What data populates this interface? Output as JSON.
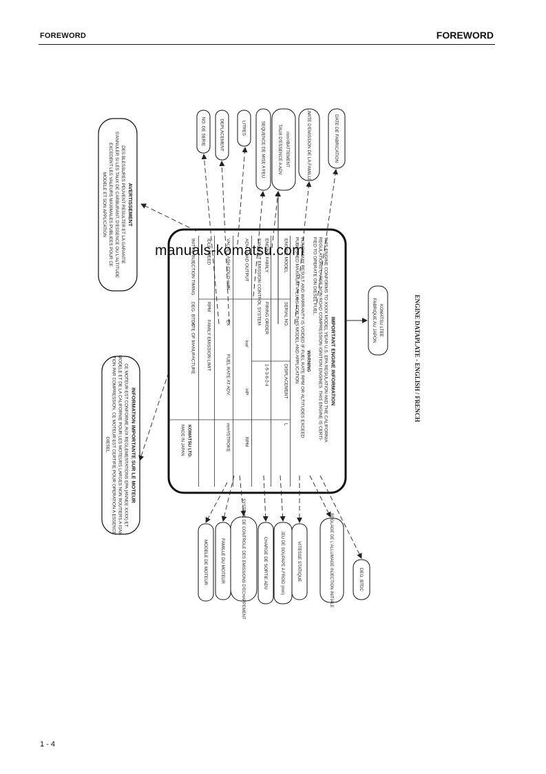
{
  "header": {
    "left": "FOREWORD",
    "right": "FOREWORD"
  },
  "footer": {
    "page": "1 - 4"
  },
  "watermark": "manuals-komatsu.com",
  "caption": "ENGINE DATAPLATE - ENGLISH / FRENCH",
  "plate": {
    "title": "IMPORTANT ENGINE INFORMATION",
    "intro": [
      "THIS ENGINE CONFORMS TO XXXX MODEL YEAR U.S. EPA REGULATION AND THE CALIFORNIA",
      "REGULATIONS LARGE NON ROAD COMPRESSION IGNITION ENGINES. THIS ENGINE IS CERTI-",
      "FIED TO OPERATE ON DIESEL FUEL."
    ],
    "warning_title": "WARNING",
    "warning": [
      "INJURY MAY RESULT AND WARRANTY IS VOIDED IF FUEL RATE RPM OR ALTITUDES EXCEED",
      "PUBLISHED MAXIMUM VALUES FOR THIS MODEL AND APPLICATION"
    ],
    "fields": {
      "engine_model": "ENGINE MODEL",
      "serial_no": "SERIAL NO.",
      "displacement": "DISPLACEMENT",
      "displacement_unit": "L",
      "engine_family": "ENGINE FAMILY",
      "firing_order": "FIRING ORDER",
      "firing_order_value": "1-5-3-6-2-4",
      "exhaust_emission": "EXHAUST EMISSION CONTROL SYSTEM",
      "adv_load_output": "ADV. LOAD OUTPUT",
      "kw": "kw/",
      "hp": "HP",
      "rpm": "RPM",
      "valve_lash": "VALVE LASH COLD-mm",
      "in": "IN",
      "ex": "EX",
      "fuel_rate": "FUEL RATE AT ADV.",
      "fuel_unit": "mm³/STROKE",
      "idle_speed": "IDLE SPEED",
      "idle_rpm": "RPM",
      "family_emission_limit": "FAMILY EMISSION LIMIT",
      "initial_injection": "INITIAL INJECTION TIMING",
      "deg_btdc": "DEG. BTDC",
      "date_of_manufacture": "DATE OF MANUFACTURE",
      "maker": "KOMATSU LTD.",
      "made_in": "MADE IN JAPAN"
    }
  },
  "french_labels": {
    "info_title": "INFORMATION IMPORTANTE SUR LE MOTEUR",
    "info_body": [
      "CE MOTEUR EST CONFORME AUX REGLEMENTATIONS EPA (ANNEE XXXX) ET",
      "MODELE ET DE LA CALIFORNIE POUR LES MOTEURS LARGES NON ROUTIERS A IGNI-",
      "TION PAR COMPRESSION. CE MOTEUR EST CERTIFIE POUR OPERATION A ESSENCE",
      "DIESEL."
    ],
    "avert_title": "AVERTISSEMENT",
    "avert_body": [
      "DES BLESSURES PEUVENT RESULTER ET LA GARANTIE",
      "S'ANNULER SI LES TAUX DE CARBURANT, D'ESSENCE OU L'ALTITUDE",
      "EXCEDENT LES VALEURS MAXIMALES PUBLIEES POUR CE",
      "MODELE ET SON APPLICATION"
    ],
    "top_tags": [
      "NO. DE SERIE",
      "DEPLACEMENT",
      "LITRES",
      "SEQUENCE DE MISE A FEU",
      "mm³/BATTEMENT",
      "TAUX D'ESSENCE A ADV",
      "LIMITE D'EMISSION DE LA FAMILLE",
      "DATE DE FABRICATION"
    ],
    "maker_tag": [
      "KOMATSU LTEE",
      "FABRIQUE AU JAPON"
    ],
    "bottom_tags": [
      "MODELE DE MOTEUR",
      "FAMILLE DU MOTEUR",
      "SYSTEME DE CONTROLE DES EMISSIONS D'ECHAPPEMENT",
      "CHARGE DE SORTIE ADV",
      "JEU DE SOUPAPE A FROID (mm)",
      "VITESSE STATIQUE",
      "REGLAGE DE L'ALLUMAGE INJECTION INITIALE",
      "DEG. BTDC"
    ]
  }
}
